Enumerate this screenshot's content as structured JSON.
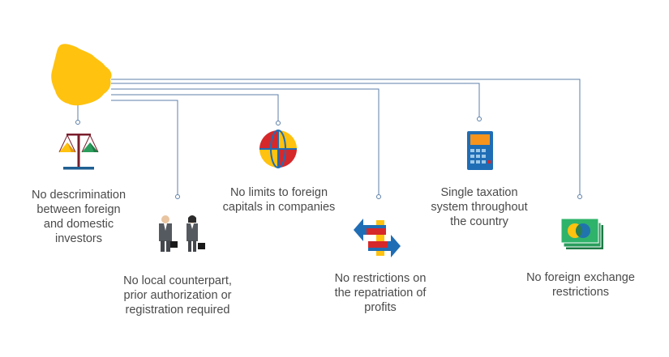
{
  "colors": {
    "connector": "#5c7fa8",
    "map": "#ffc20e",
    "accent_red": "#d6282b",
    "accent_yellow": "#ffc20e",
    "accent_blue": "#1f6db5",
    "accent_green": "#2a9d5c",
    "text": "#4a4a4a"
  },
  "items": [
    {
      "key": "no_discrimination",
      "icon": "scales-icon",
      "label": "No descrimination\nbetween foreign\nand domestic\ninvestors"
    },
    {
      "key": "no_local_counterpart",
      "icon": "business-people-icon",
      "label": "No local counterpart,\nprior authorization or\nregistration required"
    },
    {
      "key": "no_limits_capitals",
      "icon": "globe-icon",
      "label": "No limits to foreign\ncapitals in companies"
    },
    {
      "key": "no_restrictions_repatriation",
      "icon": "exchange-arrows-icon",
      "label": "No restrictions on\nthe repatriation of\nprofits"
    },
    {
      "key": "single_taxation",
      "icon": "calculator-icon",
      "label": "Single taxation\nsystem throughout\nthe country"
    },
    {
      "key": "no_exchange_restrictions",
      "icon": "banknotes-icon",
      "label": "No foreign exchange\nrestrictions"
    }
  ],
  "map_icon": "uruguay-map-icon"
}
